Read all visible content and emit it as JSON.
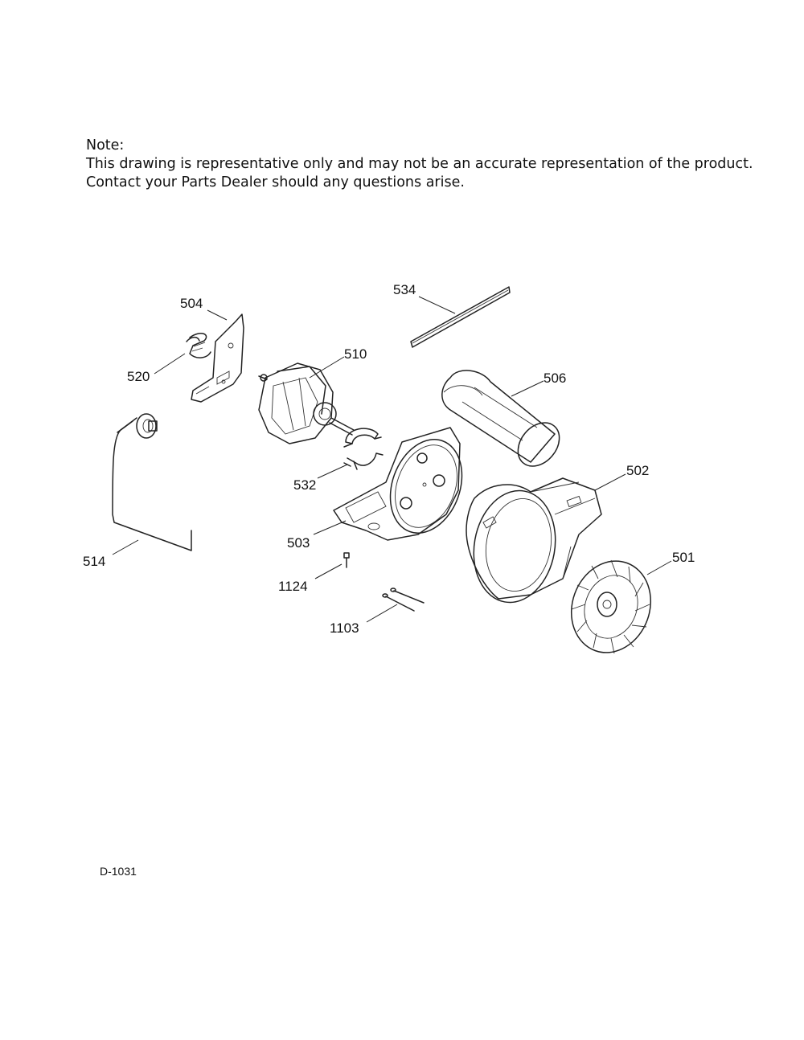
{
  "note": {
    "heading": "Note:",
    "line1": "This drawing is representative only and may not be an accurate representation of the product.",
    "line2": "Contact your Parts Dealer should any questions arise."
  },
  "callouts": {
    "p534": "534",
    "p504": "504",
    "p510": "510",
    "p520": "520",
    "p506": "506",
    "p502": "502",
    "p532": "532",
    "p503": "503",
    "p514": "514",
    "p501": "501",
    "p1124": "1124",
    "p1103": "1103"
  },
  "drawing_code": "D-1031"
}
